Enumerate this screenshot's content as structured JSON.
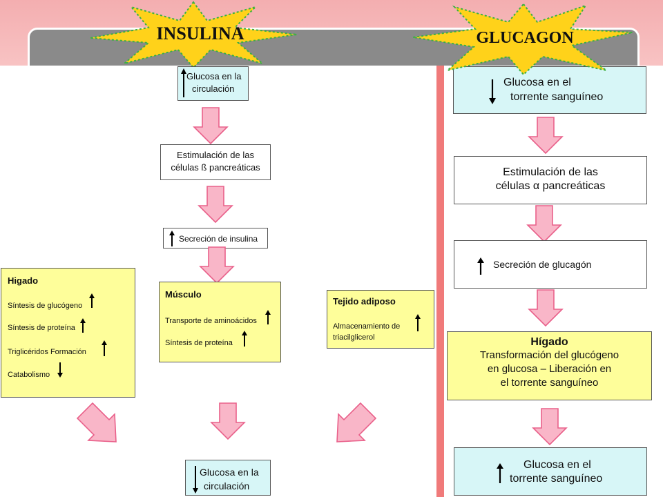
{
  "insulin_title": "INSULINA",
  "glucagon_title": "GLUCAGON",
  "left": {
    "glucose_high": [
      "Glucosa en la",
      "circulación"
    ],
    "beta_stim": [
      "Estimulación de las",
      "células ß pancreáticas"
    ],
    "secretion": "Secreción de insulina",
    "liver": {
      "title": "Higado",
      "items": [
        "Síntesis de glucógeno",
        "Síntesis de proteína",
        "Triglicéridos Formación",
        "Catabolismo"
      ]
    },
    "muscle": {
      "title": "Músculo",
      "items": [
        "Transporte de aminoácidos",
        "Síntesis de proteína"
      ]
    },
    "adipose": {
      "title": "Tejido adiposo",
      "items": [
        "Almacenamiento de",
        "triacilglicerol"
      ]
    },
    "glucose_low": [
      "Glucosa en la",
      "circulación"
    ]
  },
  "right": {
    "glucose_low": [
      "Glucosa en el",
      "torrente sanguíneo"
    ],
    "alpha_stim": [
      "Estimulación de las",
      "células α pancreáticas"
    ],
    "secretion": "Secreción de glucagón",
    "liver": {
      "title": "Hígado",
      "lines": [
        "Transformación del glucógeno",
        "en glucosa – Liberación en",
        "el torrente sanguíneo"
      ]
    },
    "glucose_high": [
      "Glucosa en el",
      "torrente sanguíneo"
    ]
  },
  "colors": {
    "cyan": "#d7f6f7",
    "yellow": "#fefe9a",
    "pink_arrow": "#f9b6c8",
    "star": "#ffd21a",
    "divider": "#f07a7a"
  }
}
